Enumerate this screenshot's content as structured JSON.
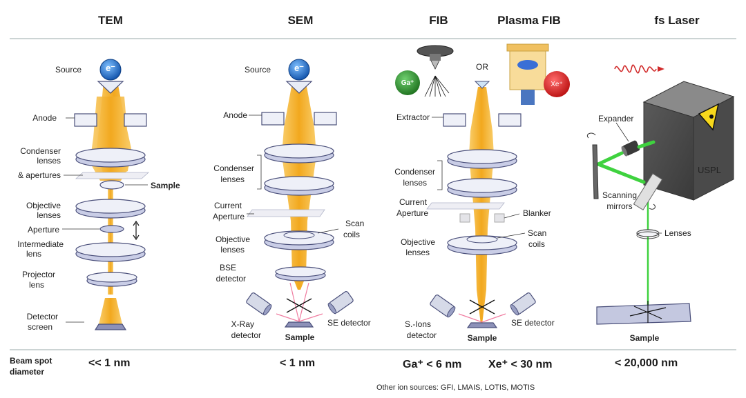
{
  "headers": {
    "tem": "TEM",
    "sem": "SEM",
    "fib": "FIB",
    "plasma_fib": "Plasma FIB",
    "fs_laser": "fs Laser"
  },
  "tem": {
    "source": "Source",
    "anode": "Anode",
    "condenser_1": "Condenser",
    "condenser_2": "lenses",
    "condenser_3": "& apertures",
    "sample": "Sample",
    "objective_1": "Objective",
    "objective_2": "lenses",
    "aperture": "Aperture",
    "intermediate_1": "Intermediate",
    "intermediate_2": "lens",
    "projector_1": "Projector",
    "projector_2": "lens",
    "detector_1": "Detector",
    "detector_2": "screen"
  },
  "sem": {
    "source": "Source",
    "anode": "Anode",
    "condenser_1": "Condenser",
    "condenser_2": "lenses",
    "current_1": "Current",
    "current_2": "Aperture",
    "scan_1": "Scan",
    "scan_2": "coils",
    "objective_1": "Objective",
    "objective_2": "lenses",
    "bse_1": "BSE",
    "bse_2": "detector",
    "xray_1": "X-Ray",
    "xray_2": "detector",
    "se_detector": "SE detector",
    "sample": "Sample"
  },
  "fib": {
    "ga": "Ga⁺",
    "or": "OR",
    "xe": "Xe⁺",
    "extractor": "Extractor",
    "condenser_1": "Condenser",
    "condenser_2": "lenses",
    "current_1": "Current",
    "current_2": "Aperture",
    "blanker": "Blanker",
    "scan_1": "Scan",
    "scan_2": "coils",
    "objective_1": "Objective",
    "objective_2": "lenses",
    "sions_1": "S.-Ions",
    "sions_2": "detector",
    "se_detector": "SE detector",
    "sample": "Sample"
  },
  "laser": {
    "expander": "Expander",
    "uspl": "USPL",
    "scanning_1": "Scanning",
    "scanning_2": "mirrors",
    "lenses": "Lenses",
    "sample": "Sample"
  },
  "beam_spot": {
    "label_1": "Beam spot",
    "label_2": "diameter",
    "tem": "<< 1 nm",
    "sem": "< 1 nm",
    "ga": "Ga⁺ < 6 nm",
    "xe": "Xe⁺ < 30 nm",
    "laser": "< 20,000 nm"
  },
  "footnote": "Other ion sources: GFI, LMAIS, LOTIS, MOTIS",
  "colors": {
    "beam": "#f4b533",
    "lens_top": "#eef0f8",
    "lens_side": "#c9cde6",
    "lens_edge": "#4a4f7a",
    "laser_green": "#3fd23f",
    "ga_green": "#2e8b2e",
    "xe_red": "#e02020",
    "source_blue": "#1f6fcc"
  },
  "source_glyph": "e⁻"
}
